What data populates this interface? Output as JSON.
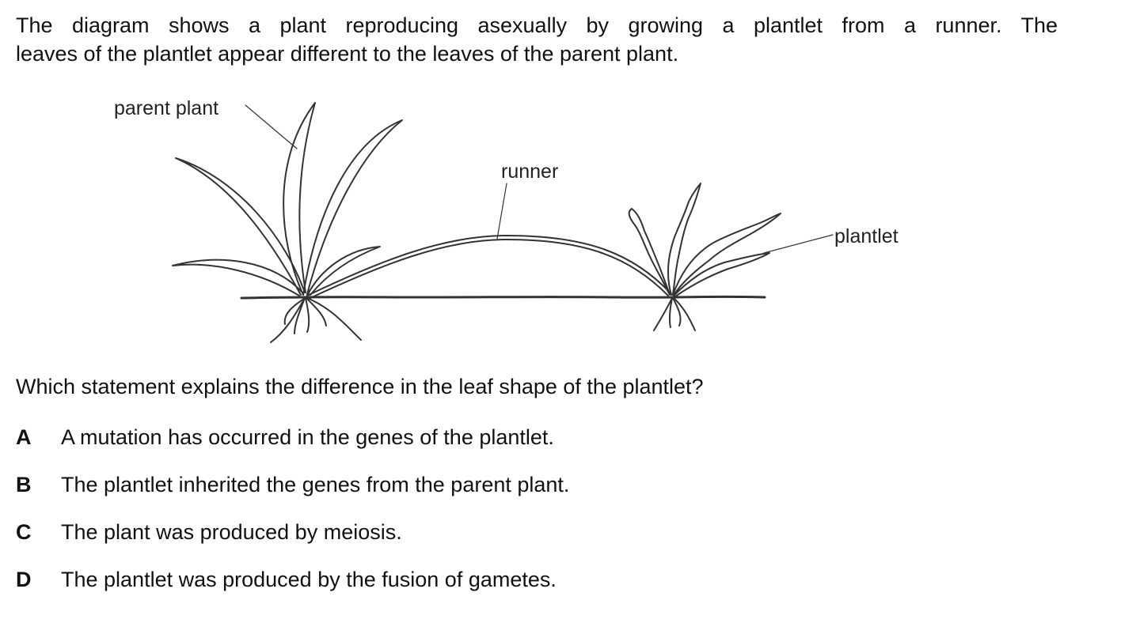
{
  "stem": {
    "line1": "The diagram shows a plant reproducing asexually by growing a plantlet from a runner. The",
    "line2": "leaves of the plantlet appear different to the leaves of the parent plant."
  },
  "diagram": {
    "labels": {
      "parent_plant": "parent plant",
      "runner": "runner",
      "plantlet": "plantlet"
    },
    "stroke_color": "#333333"
  },
  "question": "Which statement explains the difference in the leaf shape of the plantlet?",
  "options": [
    {
      "letter": "A",
      "text": "A mutation has occurred in the genes of the plantlet."
    },
    {
      "letter": "B",
      "text": "The plantlet inherited the genes from the parent plant."
    },
    {
      "letter": "C",
      "text": "The plant was produced by meiosis."
    },
    {
      "letter": "D",
      "text": "The plantlet was produced by the fusion of gametes."
    }
  ]
}
